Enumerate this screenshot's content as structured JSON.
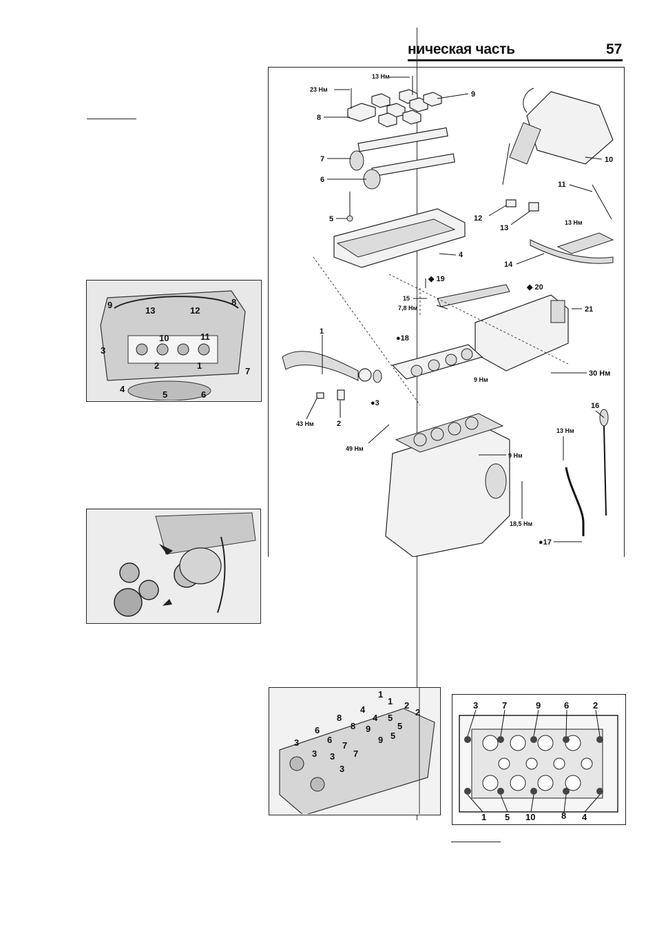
{
  "header": {
    "title": "ническая часть",
    "page_number": "57"
  },
  "exploded_view": {
    "callouts": [
      {
        "id": "1",
        "text": "1"
      },
      {
        "id": "2",
        "text": "2"
      },
      {
        "id": "3",
        "text": "●3"
      },
      {
        "id": "4",
        "text": "4"
      },
      {
        "id": "5",
        "text": "5"
      },
      {
        "id": "6",
        "text": "6"
      },
      {
        "id": "7",
        "text": "7"
      },
      {
        "id": "8",
        "text": "8"
      },
      {
        "id": "9",
        "text": "9"
      },
      {
        "id": "10",
        "text": "10"
      },
      {
        "id": "11",
        "text": "11"
      },
      {
        "id": "12",
        "text": "12"
      },
      {
        "id": "13",
        "text": "13"
      },
      {
        "id": "14",
        "text": "14"
      },
      {
        "id": "15",
        "text": "15"
      },
      {
        "id": "16",
        "text": "16"
      },
      {
        "id": "17",
        "text": "●17"
      },
      {
        "id": "18",
        "text": "●18"
      },
      {
        "id": "19",
        "text": "◆ 19"
      },
      {
        "id": "20",
        "text": "◆ 20"
      },
      {
        "id": "21",
        "text": "21"
      }
    ],
    "torques": [
      {
        "id": "t13a",
        "text": "13 Нм"
      },
      {
        "id": "t23",
        "text": "23 Нм"
      },
      {
        "id": "t13b",
        "text": "13 Нм"
      },
      {
        "id": "t78",
        "text": "7,8 Нм"
      },
      {
        "id": "t9a",
        "text": "9 Нм"
      },
      {
        "id": "t30",
        "text": "30 Нм"
      },
      {
        "id": "t43",
        "text": "43 Нм"
      },
      {
        "id": "t49",
        "text": "49 Нм"
      },
      {
        "id": "t9b",
        "text": "9 Нм"
      },
      {
        "id": "t13c",
        "text": "13 Нм"
      },
      {
        "id": "t185",
        "text": "18,5 Нм"
      }
    ]
  },
  "engine_top_photo": {
    "labels": [
      "9",
      "13",
      "12",
      "8",
      "10",
      "11",
      "3",
      "2",
      "1",
      "7",
      "4",
      "5",
      "6"
    ]
  },
  "head_bolt_photo": {
    "labels": [
      "1",
      "1",
      "4",
      "2",
      "2",
      "8",
      "4",
      "5",
      "8",
      "9",
      "5",
      "6",
      "7",
      "9",
      "3",
      "6",
      "3",
      "7",
      "3",
      "3",
      "5"
    ]
  },
  "head_bolt_diagram": {
    "top_labels": [
      "3",
      "7",
      "9",
      "6",
      "2"
    ],
    "bottom_labels": [
      "1",
      "5",
      "10",
      "8",
      "4"
    ]
  }
}
